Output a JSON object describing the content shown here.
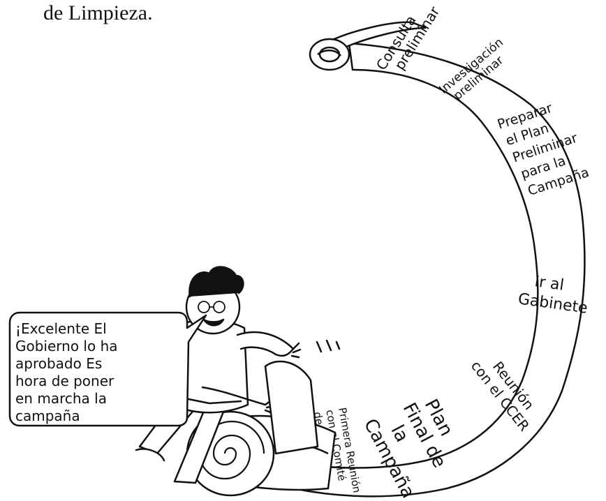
{
  "header": {
    "text": "de Limpieza."
  },
  "scroll": {
    "steps": [
      {
        "id": "s1",
        "lines": [
          "Consulta",
          "preliminar"
        ]
      },
      {
        "id": "s2",
        "lines": [
          "Investigación",
          "preliminar"
        ]
      },
      {
        "id": "s3",
        "lines": [
          "Preparar",
          "el Plan",
          "Preliminar",
          "para la",
          "Campaña"
        ]
      },
      {
        "id": "s4",
        "lines": [
          "Ir al",
          "Gabinete"
        ]
      },
      {
        "id": "s5",
        "lines": [
          "Reunión",
          "con el CCER"
        ]
      },
      {
        "id": "s6",
        "lines": [
          "Plan",
          "Final de",
          "la",
          "Campaña"
        ]
      },
      {
        "id": "s7",
        "lines": [
          "Primera Reunión",
          "con el Comité",
          "de Limpieza"
        ]
      }
    ]
  },
  "speech_bubble": {
    "lines": [
      "¡Excelente El",
      "Gobierno lo ha",
      "aprobado Es",
      "hora de poner",
      "en marcha la",
      "campaña"
    ]
  }
}
